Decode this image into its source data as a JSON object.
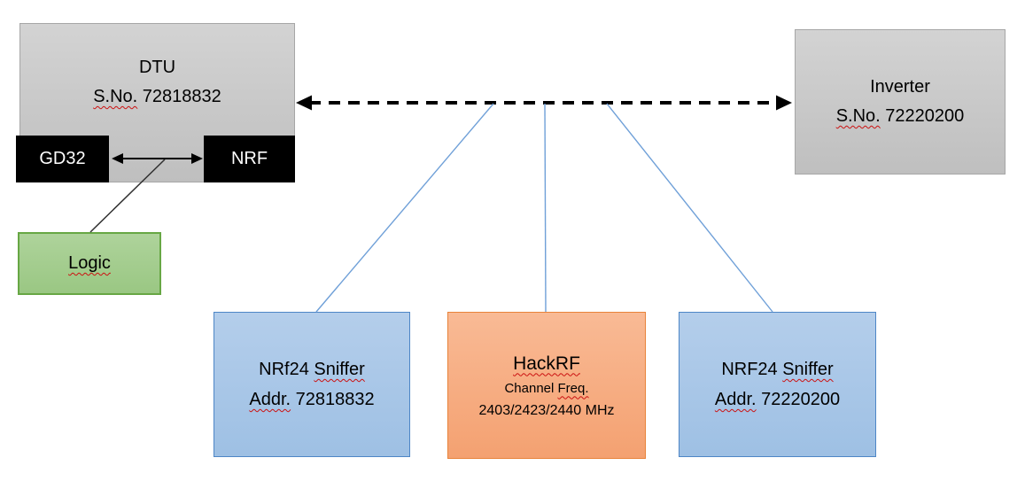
{
  "diagram": {
    "description_note": "",
    "colors": {
      "background": "#ffffff",
      "gray_fill": "#c9c9c9",
      "gray_border": "#a6a6a6",
      "black_fill": "#000000",
      "green_fill": "#a4cd8f",
      "green_border": "#67a744",
      "blue_fill": "#a9c7e8",
      "blue_border": "#4e86c6",
      "orange_fill": "#f6ad82",
      "orange_border": "#e8833a",
      "connector_blue": "#6fa0d8",
      "arrow_black": "#000000",
      "squiggle_red": "#cc1111"
    },
    "dtu": {
      "line1": [
        {
          "t": "DTU"
        }
      ],
      "line2": [
        {
          "t": "S.No.",
          "sp": true
        },
        {
          "t": " 72818832"
        }
      ]
    },
    "gd32": {
      "label": "GD32"
    },
    "nrf": {
      "label": "NRF"
    },
    "logic": {
      "line1": [
        {
          "t": "Logic",
          "sp": true
        }
      ]
    },
    "inverter": {
      "line1": [
        {
          "t": "Inverter"
        }
      ],
      "line2": [
        {
          "t": "S.No.",
          "sp": true
        },
        {
          "t": " 72220200"
        }
      ]
    },
    "sniffer1": {
      "line1": [
        {
          "t": "NRf24 "
        },
        {
          "t": "Sniffer",
          "sp": true
        }
      ],
      "line2": [
        {
          "t": "Addr.",
          "sp": true
        },
        {
          "t": " 72818832"
        }
      ]
    },
    "hackrf": {
      "line1": [
        {
          "t": "HackRF",
          "sp": true
        }
      ],
      "line2": [
        {
          "t": "Channel "
        },
        {
          "t": "Freq.",
          "sp": true
        }
      ],
      "line3": [
        {
          "t": "2403/2423/2440 MHz"
        }
      ]
    },
    "sniffer2": {
      "line1": [
        {
          "t": "NRF24 "
        },
        {
          "t": "Sniffer",
          "sp": true
        }
      ],
      "line2": [
        {
          "t": "Addr.",
          "sp": true
        },
        {
          "t": " 72220200"
        }
      ]
    }
  }
}
